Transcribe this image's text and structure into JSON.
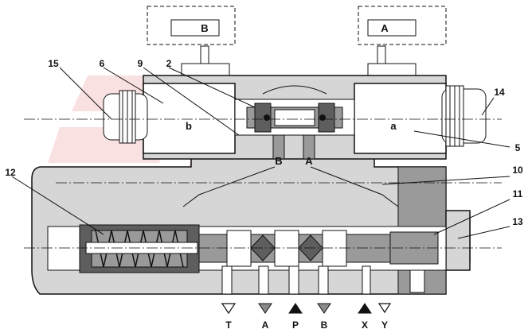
{
  "callouts": {
    "c15": "15",
    "c6": "6",
    "c9": "9",
    "c2": "2",
    "c14": "14",
    "c5": "5",
    "c12": "12",
    "c10": "10",
    "c11": "11",
    "c13": "13"
  },
  "solenoids": {
    "left_letter": "b",
    "right_letter": "a",
    "top_left_letter": "B",
    "top_right_letter": "A"
  },
  "pilot_ports": {
    "b": "B",
    "a": "A"
  },
  "ports": [
    {
      "label": "T",
      "symbol": "open-down"
    },
    {
      "label": "A",
      "symbol": "grey-down"
    },
    {
      "label": "P",
      "symbol": "black-up"
    },
    {
      "label": "B",
      "symbol": "grey-down"
    },
    {
      "label": "X",
      "symbol": "black-up"
    },
    {
      "label": "Y",
      "symbol": "open-down"
    }
  ],
  "colors": {
    "body": "#d6d6d6",
    "dark_part": "#5e5e5e",
    "watermark": "#f2b4b4",
    "port_grey": "#8a8a8a"
  }
}
